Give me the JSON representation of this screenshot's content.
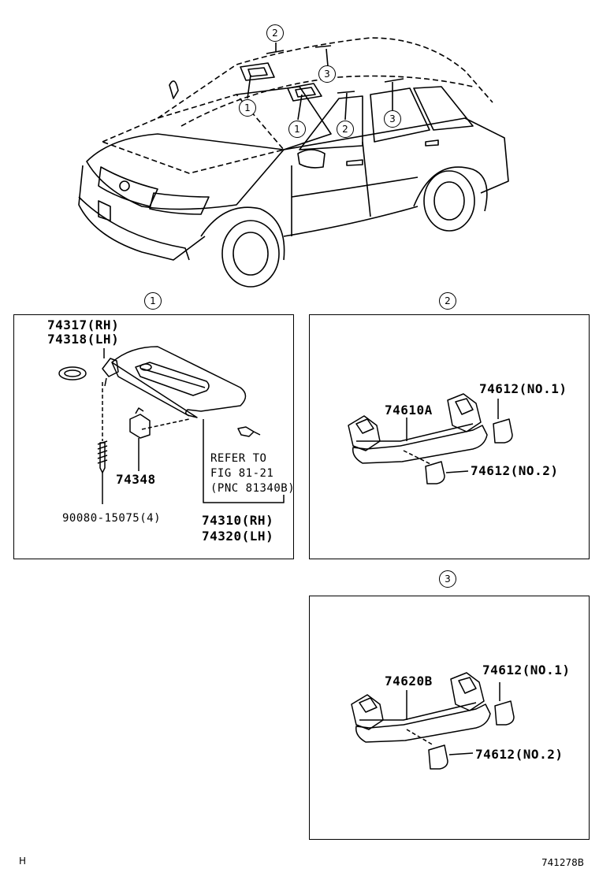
{
  "callouts": {
    "one": "1",
    "two": "2",
    "three": "3"
  },
  "sun_visor_panel": {
    "holder_rh": "74317(RH)",
    "holder_lh": "74318(LH)",
    "clip": "74348",
    "screw": "90080-15075(4)",
    "refer_line1": "REFER TO",
    "refer_line2": "FIG 81-21",
    "refer_line3": "(PNC 81340B)",
    "visor_rh": "74310(RH)",
    "visor_lh": "74320(LH)"
  },
  "assist_grip_front_panel": {
    "grip": "74610A",
    "cover_no1": "74612(NO.1)",
    "cover_no2": "74612(NO.2)"
  },
  "assist_grip_rear_panel": {
    "grip": "74620B",
    "cover_no1": "74612(NO.1)",
    "cover_no2": "74612(NO.2)"
  },
  "footer": {
    "left_code": "H",
    "figure_number": "741278B"
  }
}
